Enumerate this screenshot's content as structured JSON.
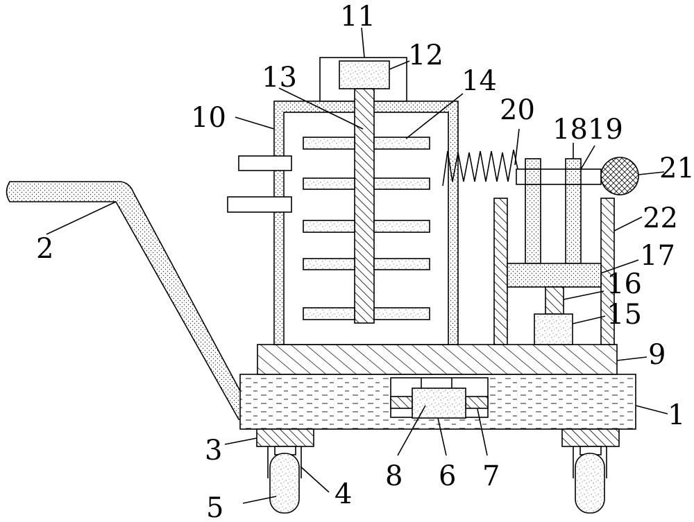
{
  "labels": {
    "l1": "1",
    "l2": "2",
    "l3": "3",
    "l4": "4",
    "l5": "5",
    "l6": "6",
    "l7": "7",
    "l8": "8",
    "l9": "9",
    "l10": "10",
    "l11": "11",
    "l12": "12",
    "l13": "13",
    "l14": "14",
    "l15": "15",
    "l16": "16",
    "l17": "17",
    "l1819": "1819",
    "l20": "20",
    "l21": "21",
    "l22": "22"
  }
}
